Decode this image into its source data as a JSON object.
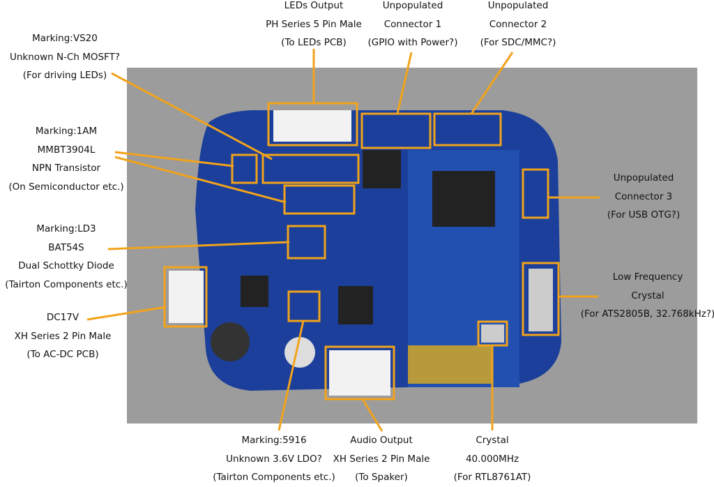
{
  "accent_color": "#f2a31b",
  "photo": {
    "subject": "pcb-board-photo",
    "board_color": "#1b3f9a",
    "background_color": "#9a9a9a"
  },
  "labels": {
    "mosfet": [
      "Marking:VS20",
      "Unknown N-Ch MOSFT?",
      "(For driving LEDs)"
    ],
    "transistor": [
      "Marking:1AM",
      "MMBT3904L",
      "NPN Transistor",
      "(On Semiconductor etc.)"
    ],
    "diode": [
      "Marking:LD3",
      "BAT54S",
      "Dual Schottky Diode",
      "(Tairton Components etc.)"
    ],
    "dc_in": [
      "DC17V",
      "XH Series 2 Pin Male",
      "(To AC-DC PCB)"
    ],
    "leds_output": [
      "LEDs Output",
      "PH Series 5 Pin Male",
      "(To LEDs PCB)"
    ],
    "connector1": [
      "Unpopulated",
      "Connector 1",
      "(GPIO with Power?)"
    ],
    "connector2": [
      "Unpopulated",
      "Connector 2",
      "(For SDC/MMC?)"
    ],
    "connector3": [
      "Unpopulated",
      "Connector 3",
      "(For USB OTG?)"
    ],
    "lf_crystal": [
      "Low Frequency",
      "Crystal",
      "(For ATS2805B, 32.768kHz?)"
    ],
    "ldo": [
      "Marking:5916",
      "Unknown 3.6V LDO?",
      "(Tairton Components etc.)"
    ],
    "audio": [
      "Audio Output",
      "XH Series 2 Pin Male",
      "(To Spaker)"
    ],
    "crystal": [
      "Crystal",
      "40.000MHz",
      "(For RTL8761AT)"
    ]
  }
}
